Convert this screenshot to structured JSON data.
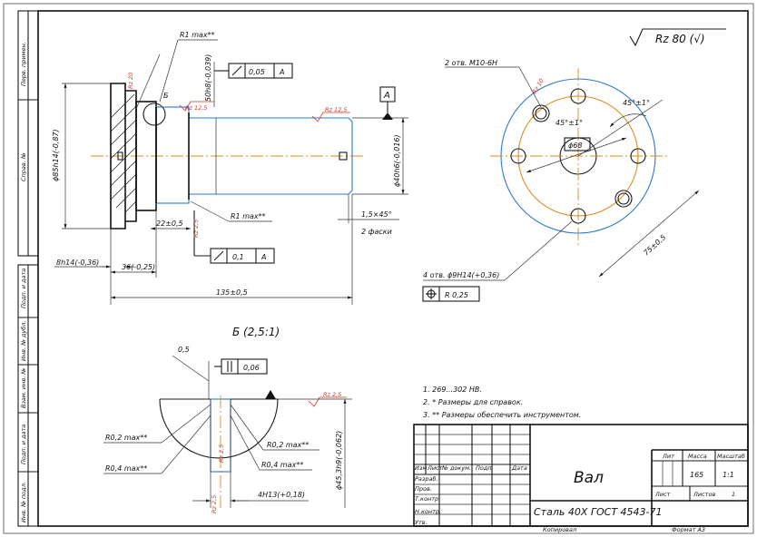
{
  "stamps": {
    "left": [
      "Перв. примен.",
      "Справ. №",
      "Подп. и дата",
      "Инв. № дубл.",
      "Взам. инв. №",
      "Подп. и дата",
      "Инв. № подл."
    ]
  },
  "roughness": {
    "general": "Rz 80 (√)",
    "face": "Rz 12,5",
    "shoulder": "Rz 20",
    "groove": "Rz 12,5",
    "fillet": "Rz 2,5",
    "detail_top": "Rz 2,5",
    "detail_side": "Rz 2,5",
    "detail_bottom": "Rz 2,5",
    "hole": "Rz 10"
  },
  "main_view": {
    "r1_top": "R1 max**",
    "r1_bottom": "R1 max**",
    "view_b": "Б",
    "dia_85": "ϕ85h14(-0,87)",
    "dia_50": "50h8(-0,039)",
    "dia_40": "ϕ40h6(-0,016)",
    "tol_top": "0,05",
    "tol_top_ref": "A",
    "tol_bottom": "0,1",
    "tol_bottom_ref": "A",
    "datum": "A",
    "dim_22": "22±0,5",
    "dim_36": "36(-0,25)",
    "dim_8": "8h14(-0,36)",
    "dim_135": "135±0,5",
    "chamfer": "1,5×45°",
    "chamfer_note": "2 фаски"
  },
  "flange_view": {
    "thread": "2 отв. М10-6Н",
    "angle_45_1": "45°±1°",
    "angle_45_2": "45°±1°",
    "dia_68": "ϕ68",
    "dim_75": "75±0,5",
    "holes": "4 отв. ϕ9Н14(+0,36)",
    "position": "R 0,25"
  },
  "detail_b": {
    "title": "Б (2,5:1)",
    "angle": "0,5",
    "tol": "0,06",
    "r02_left": "R0,2 max**",
    "r04_left": "R0,4 max**",
    "r02_right": "R0,2 max**",
    "r04_right": "R0,4 max**",
    "groove": "4Н13(+0,18)",
    "dia": "ϕ45,3h9(-0,062)"
  },
  "notes": [
    "1. 269...302 НВ.",
    "2. * Размеры для справок.",
    "3. ** Размеры обеспечить инструментом."
  ],
  "title_block": {
    "name": "Вал",
    "material": "Сталь 40Х ГОСТ 4543-71",
    "lit_header": "Лит",
    "mass_header": "Масса",
    "scale_header": "Масштаб",
    "mass": "165",
    "scale": "1:1",
    "sheet_label": "Лист",
    "sheets_label": "Листов",
    "sheets": "1",
    "col_izm": "Изм",
    "col_list": "Лист",
    "col_doc": "№ докум.",
    "col_sign": "Подп.",
    "col_date": "Дата",
    "rows": [
      "Разраб.",
      "Пров.",
      "Т.контр.",
      "",
      "Н.контр.",
      "Утв."
    ],
    "copied": "Копировал",
    "format": "Формат А3"
  }
}
